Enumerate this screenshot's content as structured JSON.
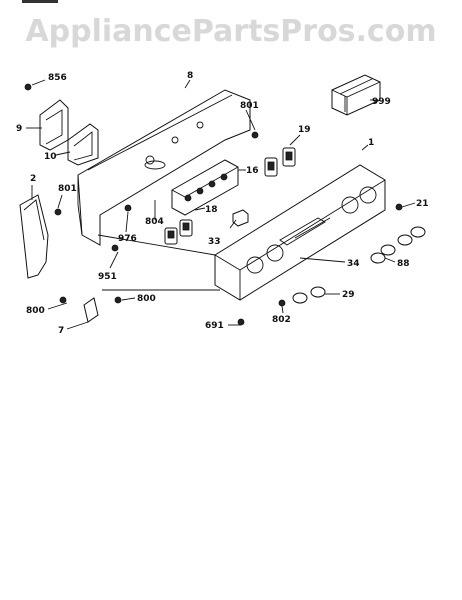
{
  "header": {
    "watermark": "AppliancePartsPros.com"
  },
  "callouts": {
    "c856": "856",
    "c8": "8",
    "c801a": "801",
    "c9": "9",
    "c10": "10",
    "c19": "19",
    "c999": "999",
    "c1": "1",
    "c16": "16",
    "c2": "2",
    "c801b": "801",
    "c18": "18",
    "c804": "804",
    "c21": "21",
    "c33": "33",
    "c976": "976",
    "c34": "34",
    "c88": "88",
    "c951": "951",
    "c29": "29",
    "c800a": "800",
    "c800b": "800",
    "c802": "802",
    "c7": "7",
    "c691": "691"
  }
}
